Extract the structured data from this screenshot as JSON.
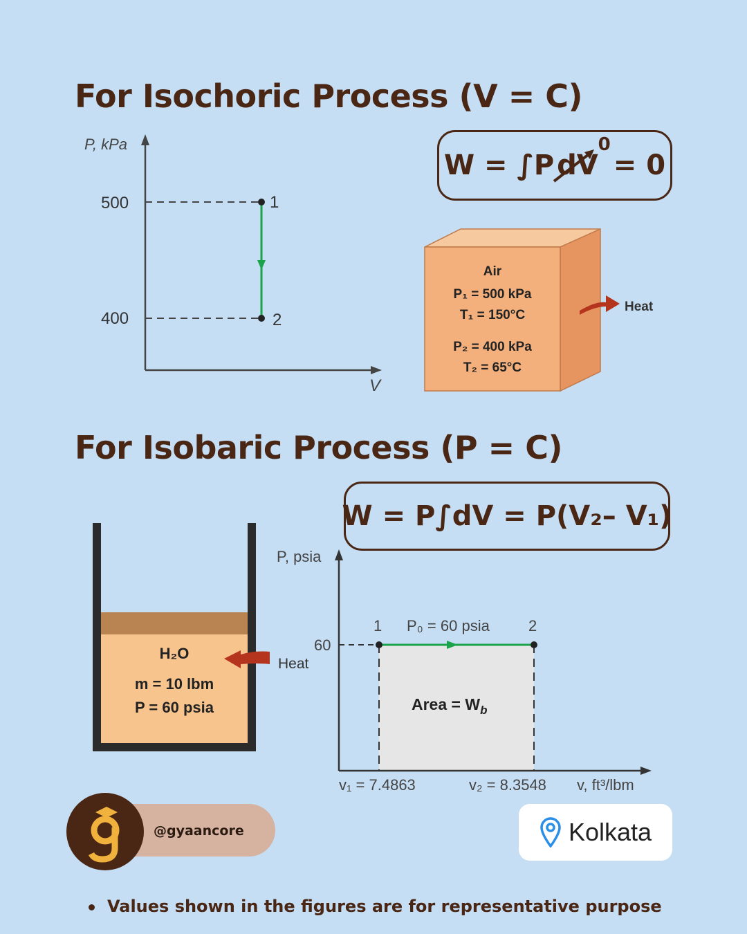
{
  "isochoric": {
    "heading": "For Isochoric Process (V = C)",
    "formula": {
      "lhs": "W = ∫P",
      "struck": "dV",
      "superscript": "0",
      "rhs": "= 0"
    },
    "graph": {
      "y_axis_label": "P, kPa",
      "x_axis_label": "V",
      "ticks": [
        "500",
        "400"
      ],
      "point1": "1",
      "point2": "2"
    },
    "box": {
      "title": "Air",
      "p1": "P₁ = 500 kPa",
      "t1": "T₁ = 150°C",
      "p2": "P₂ = 400 kPa",
      "t2": "T₂ = 65°C",
      "heat": "Heat"
    }
  },
  "isobaric": {
    "heading": "For Isobaric Process (P = C)",
    "formula": "W = P∫dV = P(V₂– V₁)",
    "cylinder": {
      "substance": "H₂O",
      "mass": "m = 10 lbm",
      "pressure": "P = 60 psia",
      "heat": "Heat"
    },
    "graph": {
      "y_axis_label": "P, psia",
      "x_axis_label": "v, ft³/lbm",
      "tick": "60",
      "point1": "1",
      "point2": "2",
      "line_label": "P₀ = 60 psia",
      "area_label": "Area = W",
      "area_subscript": "b",
      "v1_label": "v₁ = 7.4863",
      "v2_label": "v₂ = 8.3548"
    }
  },
  "footer": {
    "handle": "@gyaancore",
    "location": "Kolkata",
    "note": "Values shown in the figures are for representative purpose"
  },
  "colors": {
    "background": "#c5def4",
    "brand_brown": "#4a2614",
    "process_line": "#1aa34a",
    "box_fill": "#f3b07d",
    "heat_arrow": "#b5341d"
  },
  "icons": {
    "location": "map-pin-icon",
    "logo": "gyaancore-logo-icon"
  }
}
